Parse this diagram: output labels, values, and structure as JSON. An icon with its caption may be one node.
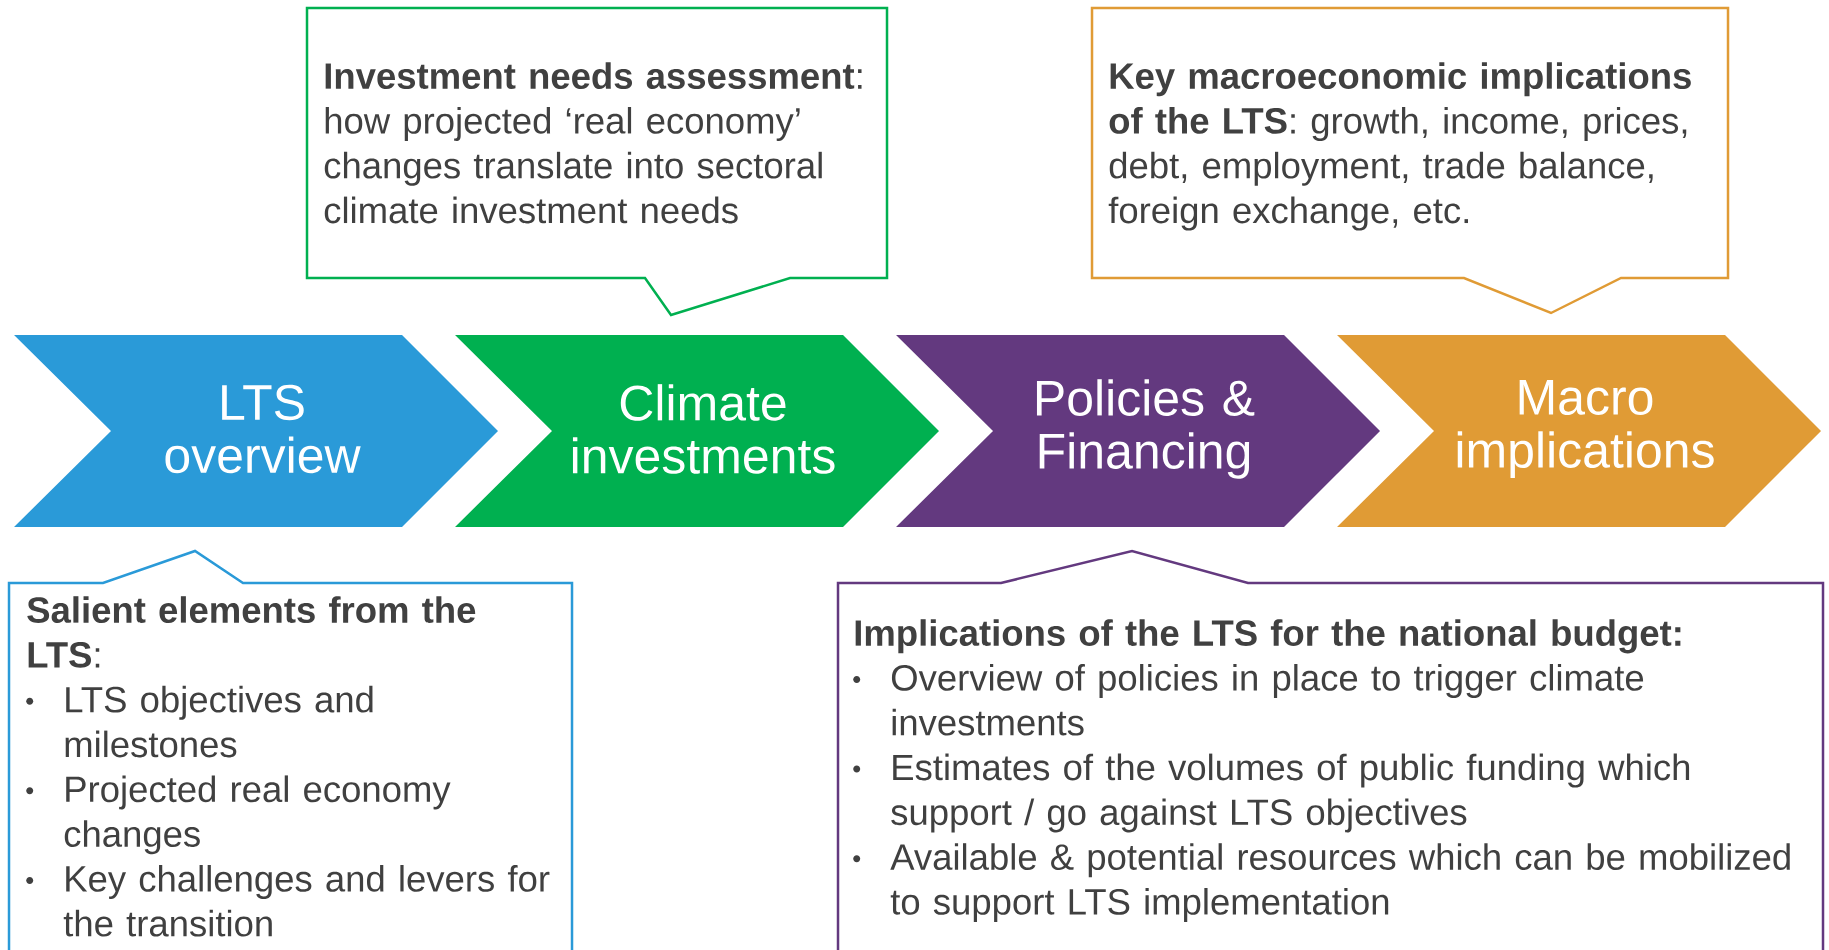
{
  "diagram": {
    "nodes": [
      {
        "text": [
          "**Investment needs assessment**: how projected ‘real economy’ changes translate into sectoral climate investment needs"
        ]
      },
      {
        "text": [
          "**Key macroeconomic implications of the LTS**: growth, income, prices, debt, employment, trade balance, foreign exchange, etc."
        ]
      },
      {
        "text": [
          "LTS overview"
        ]
      },
      {
        "text": [
          "Climate investments"
        ]
      },
      {
        "text": [
          "Policies & Financing"
        ]
      },
      {
        "text": [
          "Macro implications"
        ]
      },
      {
        "text": [
          "**Salient elements from the LTS**:",
          "LTS objectives and milestones",
          "Projected real economy changes",
          "Key challenges and levers for the transition"
        ]
      },
      {
        "text": [
          "Implications of the LTS for the national budget:",
          "Overview of policies in place to trigger climate investments",
          "Estimates of the volumes of public funding which support / go against LTS objectives",
          "Available & potential resources which can be mobilized to support LTS implementation"
        ]
      }
    ]
  }
}
